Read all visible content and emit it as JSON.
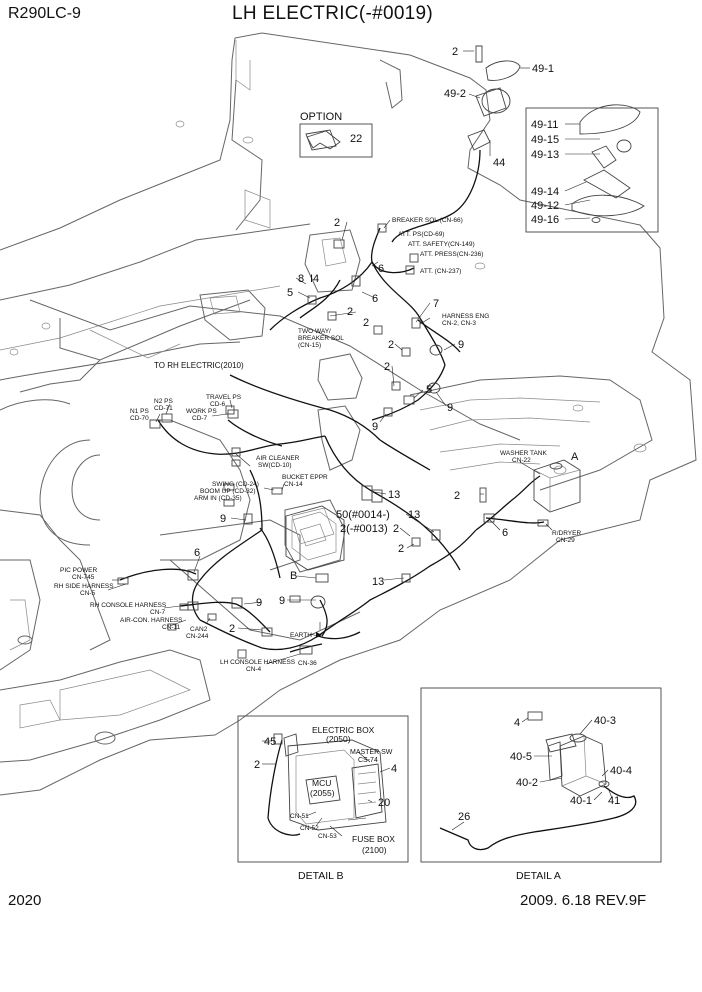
{
  "header": {
    "model": "R290LC-9",
    "title": "LH ELECTRIC(-#0019)"
  },
  "footer": {
    "page_number": "2020",
    "date_rev": "2009. 6.18  REV.9F"
  },
  "option_box": {
    "label": "OPTION",
    "part": "22"
  },
  "part_numbers": {
    "p2_top": "2",
    "p49_1": "49-1",
    "p49_2": "49-2",
    "p44": "44",
    "p49_11": "49-11",
    "p49_15": "49-15",
    "p49_13": "49-13",
    "p49_14": "49-14",
    "p49_12": "49-12",
    "p49_16": "49-16",
    "p2_a": "2",
    "p6_a": "6",
    "p8": "8",
    "p14": "I4",
    "p5_a": "5",
    "p6_b": "6",
    "p2_b": "2",
    "p2_c": "2",
    "p7": "7",
    "p9_a": "9",
    "p2_d": "2",
    "p2_e": "2",
    "p5_b": "5",
    "p9_b": "9",
    "p9_c": "9",
    "p13_a": "13",
    "p2_f": "2",
    "p13_b": "13",
    "p6_c": "6",
    "p50": "50(#0014-)",
    "p2_g": "2(-#0013)",
    "p2_h": "2",
    "p2_i": "2",
    "p9_d": "9",
    "p6_d": "6",
    "pB": "B",
    "p13_c": "13",
    "p9_e": "9",
    "p9_f": "9",
    "p2_j": "2",
    "pA": "A"
  },
  "connector_labels": {
    "breaker_sol": "BREAKER SOL.(CN-66)",
    "att_ps": "ATT. PS(CD-69)",
    "att_safety": "ATT. SAFETY(CN-149)",
    "att_press": "ATT. PRESS(CN-236)",
    "att_cn237": "ATT. (CN-237)",
    "harness_eng_1": "HARNESS ENG",
    "harness_eng_2": "CN-2, CN-3",
    "two_way_1": "TWO WAY/",
    "two_way_2": "BREAKER SOL",
    "two_way_3": "(CN-15)",
    "to_rh": "TO RH ELECTRIC(2010)",
    "travel_ps_1": "TRAVEL PS",
    "travel_ps_2": "CD-6",
    "n2_ps_1": "N2 PS",
    "n2_ps_2": "CD-71",
    "n1_ps_1": "N1 PS",
    "n1_ps_2": "CD-70",
    "work_ps_1": "WORK PS",
    "work_ps_2": "CD-7",
    "air_cleaner_1": "AIR CLEANER",
    "air_cleaner_2": "SW(CD-10)",
    "washer_1": "WASHER TANK",
    "washer_2": "CN-22",
    "swing": "SWING (CD-24)",
    "boom_up": "BOOM UP (CD-32)",
    "arm_in": "ARM IN (CD-35)",
    "bucket_1": "BUCKET EPPR",
    "bucket_2": "CN-14",
    "r_dryer_1": "R/DRYER",
    "r_dryer_2": "CN-29",
    "pic_power_1": "PIC POWER",
    "pic_power_2": "CN-745",
    "rh_side_1": "RH SIDE HARNESS",
    "rh_side_2": "CN-5",
    "rh_console_1": "RH CONSOLE HARNESS",
    "rh_console_2": "CN-7",
    "aircon_1": "AIR-CON. HARNESS",
    "aircon_2": "CN-11",
    "can2_1": "CAN2",
    "can2_2": "CN-244",
    "earth": "EARTH",
    "lh_console_1": "LH CONSOLE HARNESS",
    "lh_console_2": "CN-36",
    "lh_console_3": "CN-4"
  },
  "detail_b": {
    "title": "DETAIL B",
    "p45": "45",
    "p2": "2",
    "p4": "4",
    "p20": "20",
    "electric_box_1": "ELECTRIC BOX",
    "electric_box_2": "(2050)",
    "master_sw_1": "MASTER SW",
    "master_sw_2": "CS-74",
    "mcu_1": "MCU",
    "mcu_2": "(2055)",
    "cn51": "CN-51",
    "cn52": "CN-52",
    "cn53": "CN-53",
    "fuse_box_1": "FUSE BOX",
    "fuse_box_2": "(2100)"
  },
  "detail_a": {
    "title": "DETAIL A",
    "p4": "4",
    "p40_3": "40-3",
    "p40_5": "40-5",
    "p40_2": "40-2",
    "p40_4": "40-4",
    "p40_1": "40-1",
    "p41": "41",
    "p26": "26"
  }
}
